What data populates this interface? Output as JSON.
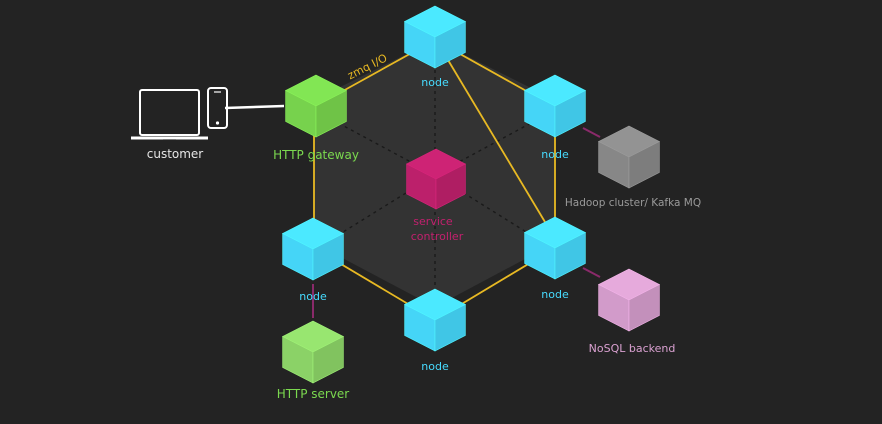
{
  "colors": {
    "background": "#232323",
    "hex_panel": "#333333",
    "ring": "#e8b923",
    "node": "#47dcff",
    "gateway": "#7bd94f",
    "http_server": "#8fd96a",
    "controller": "#c2216e",
    "hadoop": "#8b8b8b",
    "nosql": "#d9a0d0",
    "text_white": "#e6e6e6"
  },
  "labels": {
    "customer": "customer",
    "gateway": "HTTP gateway",
    "zmq": "zmq I/O",
    "node_top": "node",
    "node_upper_right": "node",
    "node_lower_right": "node",
    "node_bottom": "node",
    "node_left": "node",
    "controller_line1": "service",
    "controller_line2": "controller",
    "hadoop": "Hadoop cluster/ Kafka MQ",
    "nosql": "NoSQL backend",
    "http_server": "HTTP server"
  },
  "icons": {
    "laptop": "laptop-icon",
    "phone": "phone-icon",
    "cube": "cube-icon"
  }
}
